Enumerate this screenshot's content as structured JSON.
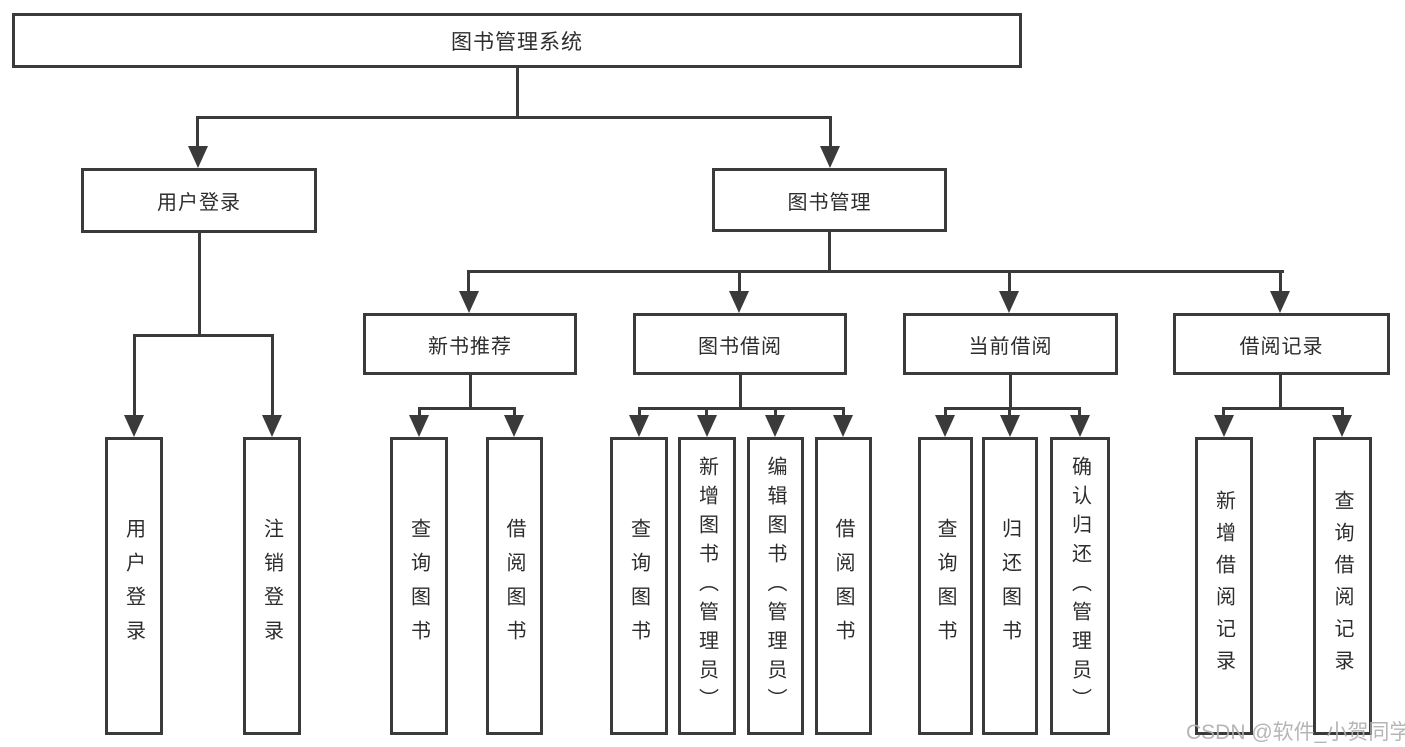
{
  "diagram": {
    "root": {
      "label": "图书管理系统"
    },
    "level2": [
      {
        "label": "用户登录"
      },
      {
        "label": "图书管理"
      }
    ],
    "level3": [
      {
        "label": "新书推荐"
      },
      {
        "label": "图书借阅"
      },
      {
        "label": "当前借阅"
      },
      {
        "label": "借阅记录"
      }
    ],
    "leaves": {
      "user_login": [
        "用户登录",
        "注销登录"
      ],
      "new_books": [
        "查询图书",
        "借阅图书"
      ],
      "book_borrow": [
        "查询图书",
        "新增图书（管理员）",
        "编辑图书（管理员）",
        "借阅图书"
      ],
      "current_borrow": [
        "查询图书",
        "归还图书",
        "确认归还（管理员）"
      ],
      "borrow_records": [
        "新增借阅记录",
        "查询借阅记录"
      ]
    }
  },
  "watermark": "CSDN @软件_小贺同学",
  "colors": {
    "line": "#3a3a3a",
    "text": "#2d2d2d",
    "watermark": "#b0b0b0",
    "background": "#ffffff"
  }
}
